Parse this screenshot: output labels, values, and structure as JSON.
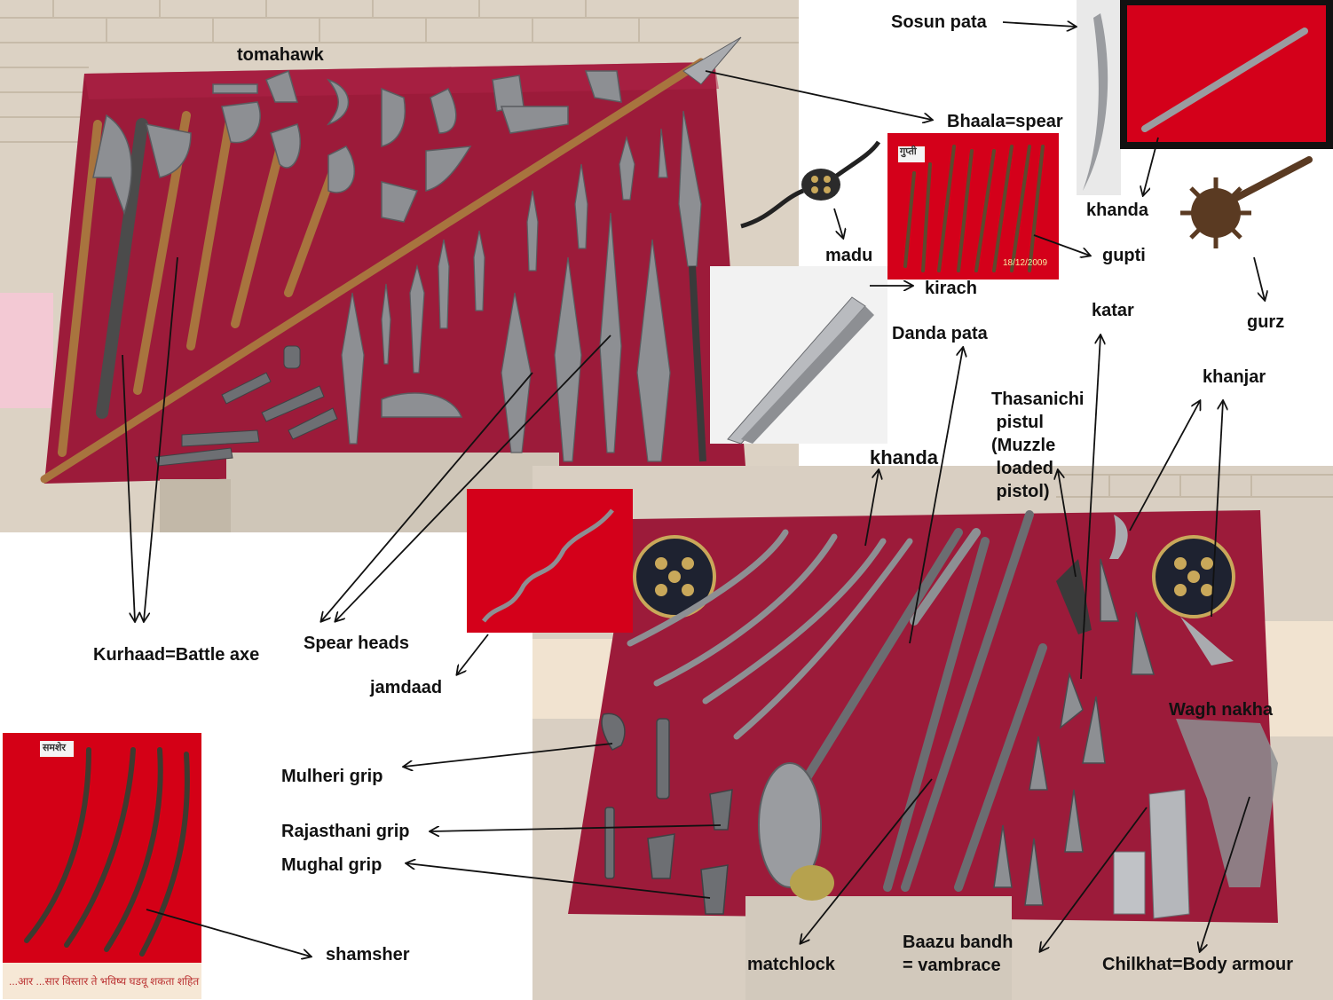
{
  "colors": {
    "board": "#9c1b3a",
    "board_dark": "#6e0f27",
    "photo_red": "#d4001a",
    "wall": "#d9cfc2",
    "metal": "#8d8f93",
    "wood": "#a8743e",
    "arrow": "#111111"
  },
  "labels": {
    "tomahawk": "tomahawk",
    "sosun_pata": "Sosun pata",
    "bhaala": "Bhaala=spear",
    "khanda_top": "khanda",
    "madu": "madu",
    "gupti": "gupti",
    "kirach": "kirach",
    "gurz": "gurz",
    "katar": "katar",
    "danda_pata": "Danda pata",
    "khanjar": "khanjar",
    "thasanichi": "Thasanichi\n pistul\n(Muzzle\n loaded\n pistol)",
    "khanda_mid": "khanda",
    "kurhaad": "Kurhaad=Battle axe",
    "spear_heads": "Spear heads",
    "jamdaad": "jamdaad",
    "wagh_nakha": "Wagh nakha",
    "mulheri_grip": "Mulheri grip",
    "rajasthani_grip": "Rajasthani grip",
    "mughal_grip": "Mughal grip",
    "shamsher": "shamsher",
    "matchlock": "matchlock",
    "baazu_bandh": "Baazu bandh\n= vambrace",
    "chilkhat": "Chilkhat=Body armour"
  },
  "photo_text": {
    "gupti_tag": "गुप्ती",
    "gupti_date": "18/12/2009",
    "shamsher_tag": "समशेर",
    "shamsher_caption": "...आर ...सार विस्तार ते भविष्य घडवू शकता शहित"
  }
}
